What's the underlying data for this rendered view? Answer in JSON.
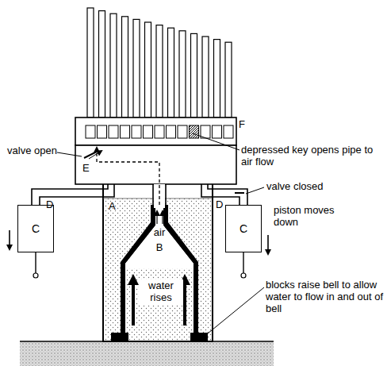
{
  "diagram": {
    "nodes": [
      {
        "text": [
          "C"
        ]
      },
      {
        "text": [
          "C"
        ]
      }
    ],
    "labels": [
      "F",
      "valve open",
      "E",
      "depressed key opens pipe to air flow",
      "D",
      "A",
      "D",
      "valve closed",
      "air",
      "B",
      "piston moves down",
      "water rises",
      "blocks raise bell to allow water to flow in and out of bell"
    ]
  }
}
